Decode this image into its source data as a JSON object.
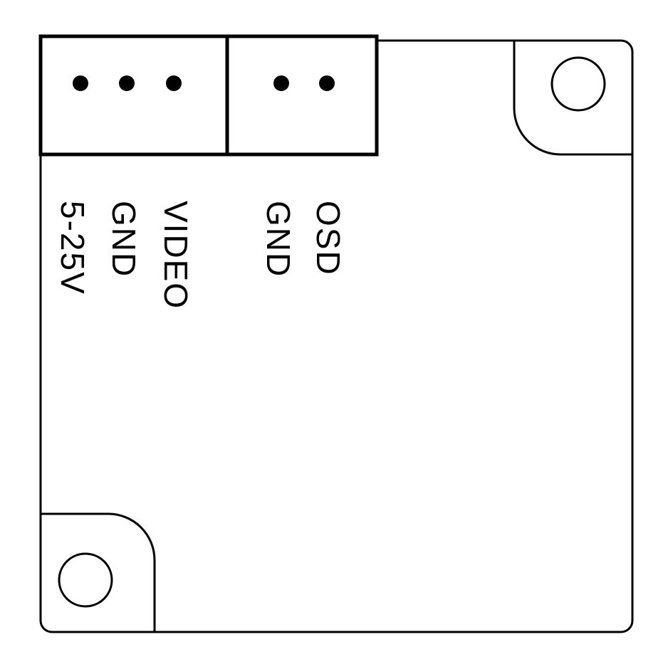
{
  "diagram": {
    "type": "pcb-pinout",
    "colors": {
      "line": "#000000",
      "background": "#ffffff"
    },
    "connectors": [
      {
        "id": "power-video-connector",
        "pin_count": 3,
        "pins": [
          {
            "label": "5-25V"
          },
          {
            "label": "GND"
          },
          {
            "label": "VIDEO"
          }
        ]
      },
      {
        "id": "osd-connector",
        "pin_count": 2,
        "pins": [
          {
            "label": "GND"
          },
          {
            "label": "OSD"
          }
        ]
      }
    ],
    "mounting_holes": 2
  }
}
